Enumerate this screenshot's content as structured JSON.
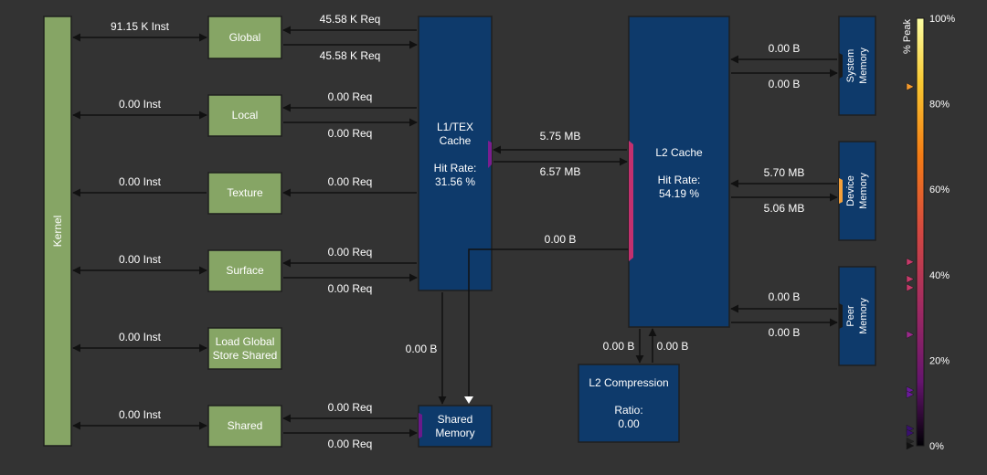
{
  "kernel": {
    "label": "Kernel"
  },
  "memory_types": [
    {
      "id": "global",
      "label": "Global",
      "inst": "91.15 K Inst",
      "req_in": "45.58 K Req",
      "req_out": "45.58 K Req"
    },
    {
      "id": "local",
      "label": "Local",
      "inst": "0.00 Inst",
      "req_in": "0.00 Req",
      "req_out": "0.00 Req"
    },
    {
      "id": "texture",
      "label": "Texture",
      "inst": "0.00 Inst",
      "req_in": "0.00 Req"
    },
    {
      "id": "surface",
      "label": "Surface",
      "inst": "0.00 Inst",
      "req_in": "0.00 Req",
      "req_out": "0.00 Req"
    },
    {
      "id": "load-global-store-shared",
      "label_line1": "Load Global",
      "label_line2": "Store Shared",
      "inst": "0.00 Inst"
    },
    {
      "id": "shared",
      "label": "Shared",
      "inst": "0.00 Inst",
      "req_in": "0.00 Req",
      "req_out": "0.00 Req"
    }
  ],
  "l1_cache": {
    "title_line1": "L1/TEX",
    "title_line2": "Cache",
    "hit_rate_label": "Hit Rate:",
    "hit_rate": "31.56 %"
  },
  "l1_l2": {
    "read": "5.75 MB",
    "write": "6.57 MB"
  },
  "l1_to_shared": "0.00 B",
  "l2_to_shared": "0.00 B",
  "shared_memory": {
    "line1": "Shared",
    "line2": "Memory"
  },
  "l2_cache": {
    "title": "L2 Cache",
    "hit_rate_label": "Hit Rate:",
    "hit_rate": "54.19 %"
  },
  "l2_compression": {
    "title": "L2 Compression",
    "ratio_label": "Ratio:",
    "ratio": "0.00",
    "in": "0.00 B",
    "out": "0.00 B"
  },
  "system_memory": {
    "line1": "System",
    "line2": "Memory",
    "read": "0.00 B",
    "write": "0.00 B"
  },
  "device_memory": {
    "line1": "Device",
    "line2": "Memory",
    "read": "5.70 MB",
    "write": "5.06 MB"
  },
  "peer_memory": {
    "line1": "Peer",
    "line2": "Memory",
    "read": "0.00 B",
    "write": "0.00 B"
  },
  "legend": {
    "title": "% Peak",
    "ticks": [
      "100%",
      "80%",
      "60%",
      "40%",
      "20%",
      "0%"
    ],
    "tick_values": [
      100,
      80,
      60,
      40,
      20,
      0
    ],
    "markers": [
      {
        "value": 84,
        "color": "#f59a2c"
      },
      {
        "value": 43,
        "color": "#c73a6a"
      },
      {
        "value": 39,
        "color": "#c73a6a"
      },
      {
        "value": 37,
        "color": "#c73a6a"
      },
      {
        "value": 26,
        "color": "#9a2a8a"
      },
      {
        "value": 13,
        "color": "#6a1a9a"
      },
      {
        "value": 12,
        "color": "#6a1a9a"
      },
      {
        "value": 4,
        "color": "#3a1070"
      },
      {
        "value": 3,
        "color": "#3a1070"
      },
      {
        "value": 1,
        "color": "#222222"
      },
      {
        "value": 0,
        "color": "#111111"
      }
    ]
  },
  "colors": {
    "background": "#333333",
    "green_box": "#86a565",
    "blue_box": "#0e3a6b",
    "port_magenta": "#c2306e",
    "port_purple": "#7a1e8f",
    "port_orange": "#f3a03a",
    "port_dark": "#1a1a1a"
  }
}
